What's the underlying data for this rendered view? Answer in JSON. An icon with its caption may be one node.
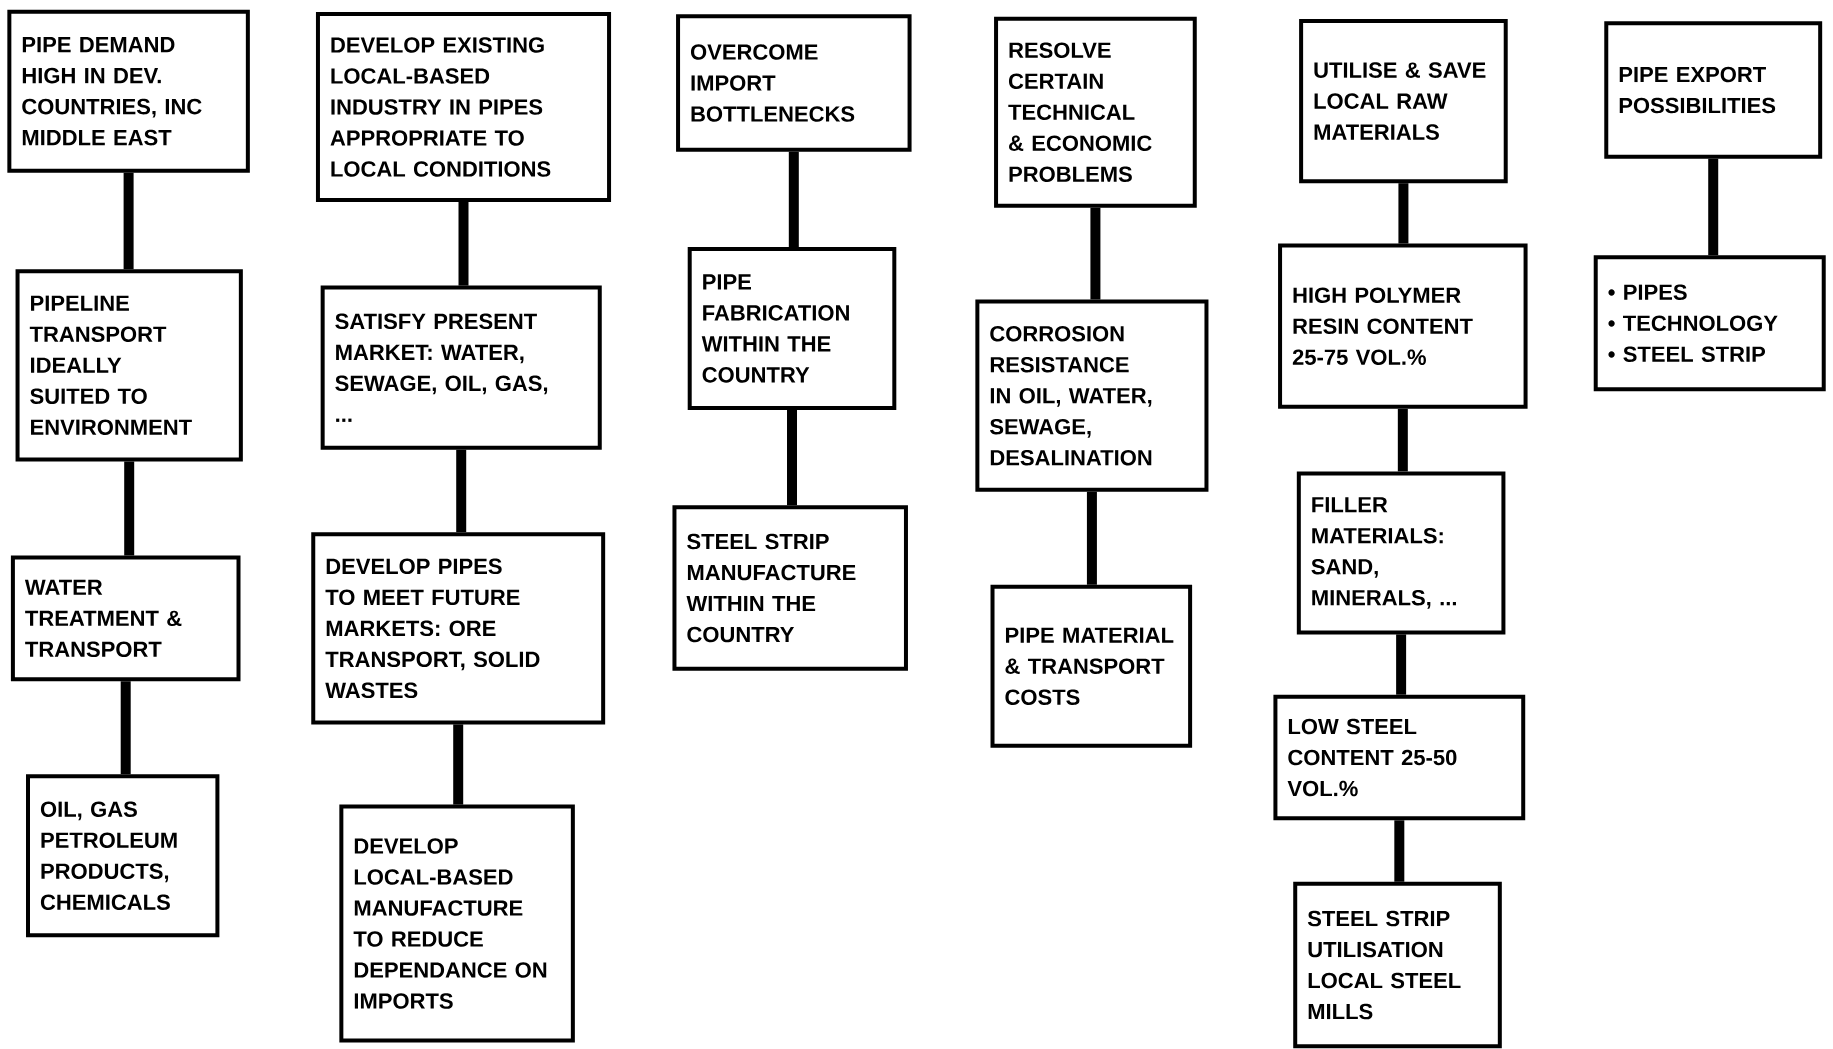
{
  "diagram": {
    "nodes": [
      {
        "text": [
          "PIPE DEMAND HIGH IN DEV. COUNTRIES, INC MIDDLE EAST"
        ]
      },
      {
        "text": [
          "PIPELINE TRANSPORT IDEALLY SUITED TO ENVIRONMENT"
        ]
      },
      {
        "text": [
          "WATER TREATMENT & TRANSPORT"
        ]
      },
      {
        "text": [
          "OIL, GAS PETROLEUM PRODUCTS, CHEMICALS"
        ]
      },
      {
        "text": [
          "DEVELOP EXISTING LOCAL-BASED INDUSTRY IN PIPES APPROPRIATE TO LOCAL CONDITIONS"
        ]
      },
      {
        "text": [
          "SATISFY PRESENT MARKET: WATER, SEWAGE, OIL, GAS, ..."
        ]
      },
      {
        "text": [
          "DEVELOP PIPES TO MEET FUTURE MARKETS: ORE TRANSPORT, SOLID WASTES"
        ]
      },
      {
        "text": [
          "DEVELOP LOCAL-BASED MANUFACTURE TO REDUCE DEPENDANCE ON IMPORTS"
        ]
      },
      {
        "text": [
          "OVERCOME IMPORT BOTTLENECKS"
        ]
      },
      {
        "text": [
          "PIPE FABRICATION WITHIN THE COUNTRY"
        ]
      },
      {
        "text": [
          "STEEL STRIP MANUFACTURE WITHIN THE COUNTRY"
        ]
      },
      {
        "text": [
          "RESOLVE CERTAIN TECHNICAL & ECONOMIC PROBLEMS"
        ]
      },
      {
        "text": [
          "CORROSION RESISTANCE IN OIL, WATER, SEWAGE, DESALINATION"
        ]
      },
      {
        "text": [
          "PIPE MATERIAL & TRANSPORT COSTS"
        ]
      },
      {
        "text": [
          "UTILISE & SAVE LOCAL RAW MATERIALS"
        ]
      },
      {
        "text": [
          "HIGH POLYMER RESIN CONTENT 25-75 VOL.%"
        ]
      },
      {
        "text": [
          "FILLER MATERIALS: SAND, MINERALS, ..."
        ]
      },
      {
        "text": [
          "LOW STEEL CONTENT 25-50 VOL.%"
        ]
      },
      {
        "text": [
          "STEEL STRIP UTILISATION LOCAL STEEL MILLS"
        ]
      },
      {
        "text": [
          "PIPE EXPORT POSSIBILITIES"
        ]
      },
      {
        "text": [
          "• PIPES",
          "• TECHNOLOGY",
          "• STEEL STRIP"
        ]
      }
    ],
    "edges": [
      {
        "from": 0,
        "to": 1,
        "arrow": "none"
      },
      {
        "from": 1,
        "to": 2,
        "arrow": "none"
      },
      {
        "from": 2,
        "to": 3,
        "arrow": "none"
      },
      {
        "from": 4,
        "to": 5,
        "arrow": "none"
      },
      {
        "from": 5,
        "to": 6,
        "arrow": "none"
      },
      {
        "from": 6,
        "to": 7,
        "arrow": "none"
      },
      {
        "from": 8,
        "to": 9,
        "arrow": "none"
      },
      {
        "from": 9,
        "to": 10,
        "arrow": "none"
      },
      {
        "from": 11,
        "to": 12,
        "arrow": "none"
      },
      {
        "from": 12,
        "to": 13,
        "arrow": "none"
      },
      {
        "from": 14,
        "to": 15,
        "arrow": "none"
      },
      {
        "from": 15,
        "to": 16,
        "arrow": "none"
      },
      {
        "from": 16,
        "to": 17,
        "arrow": "none"
      },
      {
        "from": 17,
        "to": 18,
        "arrow": "none"
      },
      {
        "from": 19,
        "to": 20,
        "arrow": "none"
      }
    ]
  }
}
